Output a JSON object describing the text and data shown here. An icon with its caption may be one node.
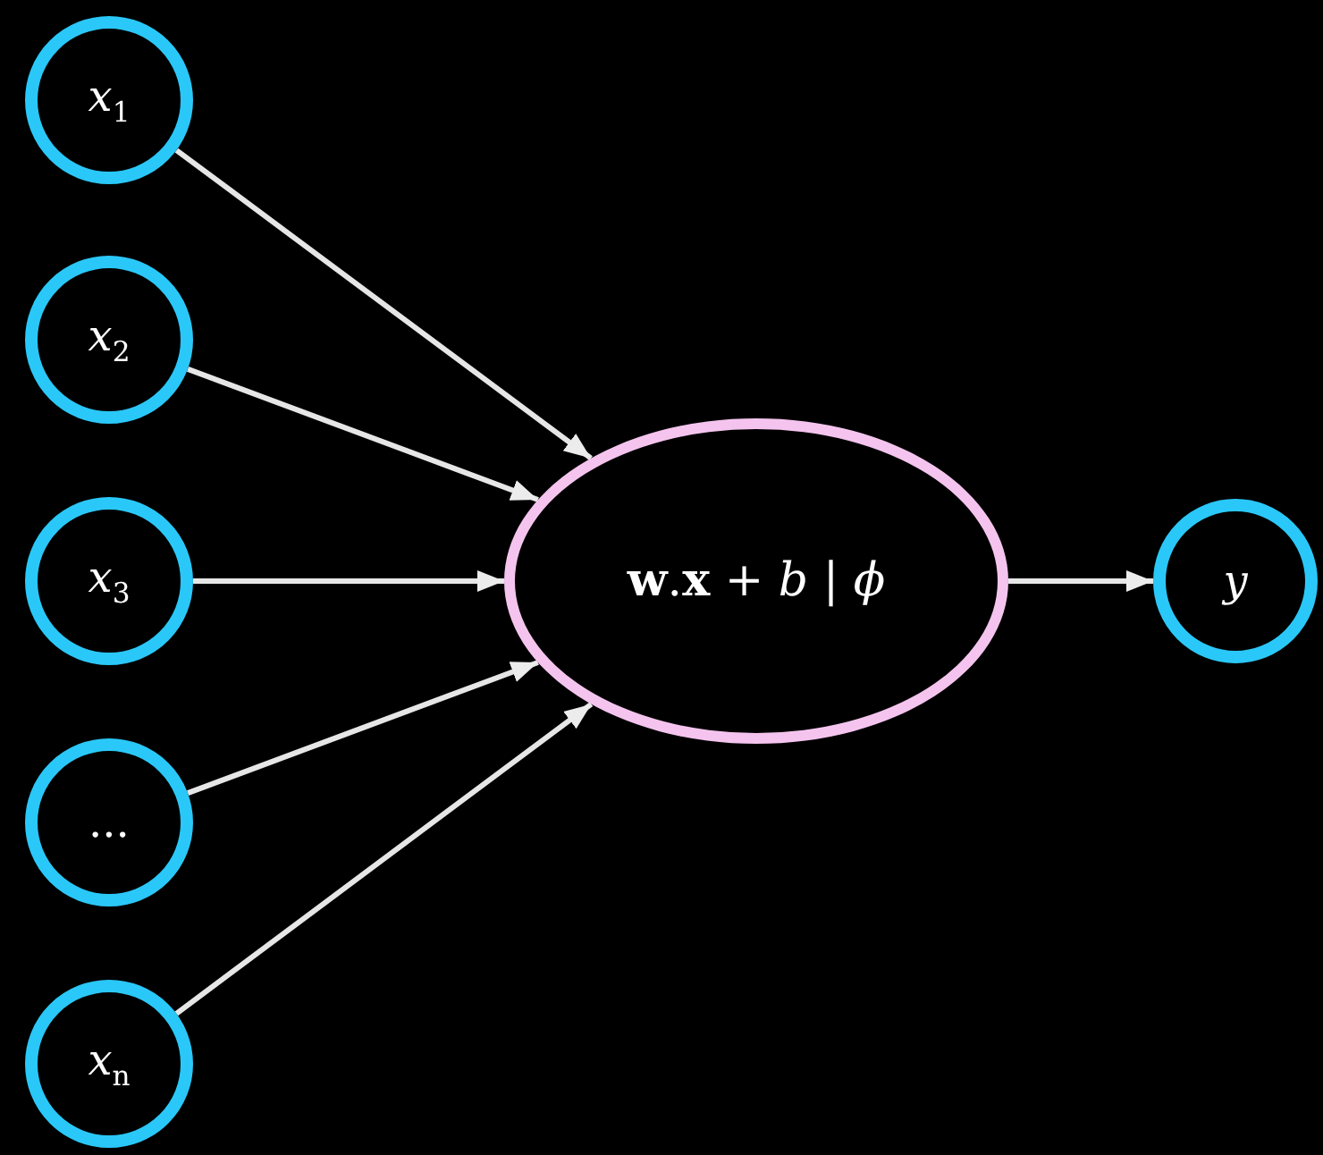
{
  "diagram": {
    "nodes": [
      {
        "text": [
          "*x*$_{1}$"
        ]
      },
      {
        "text": [
          "*x*$_{2}$"
        ]
      },
      {
        "text": [
          "*x*$_{3}$"
        ]
      },
      {
        "text": [
          "..."
        ]
      },
      {
        "text": [
          "*x*$_{n}$"
        ]
      },
      {
        "text": [
          "**w**.**x** + *b* | *ϕ*"
        ]
      },
      {
        "text": [
          "*y*"
        ]
      }
    ],
    "edges": [
      {
        "from": 0,
        "to": 5,
        "arrow": "to"
      },
      {
        "from": 1,
        "to": 5,
        "arrow": "to"
      },
      {
        "from": 2,
        "to": 5,
        "arrow": "to"
      },
      {
        "from": 3,
        "to": 5,
        "arrow": "to"
      },
      {
        "from": 4,
        "to": 5,
        "arrow": "to"
      },
      {
        "from": 5,
        "to": 6,
        "arrow": "to"
      }
    ]
  }
}
